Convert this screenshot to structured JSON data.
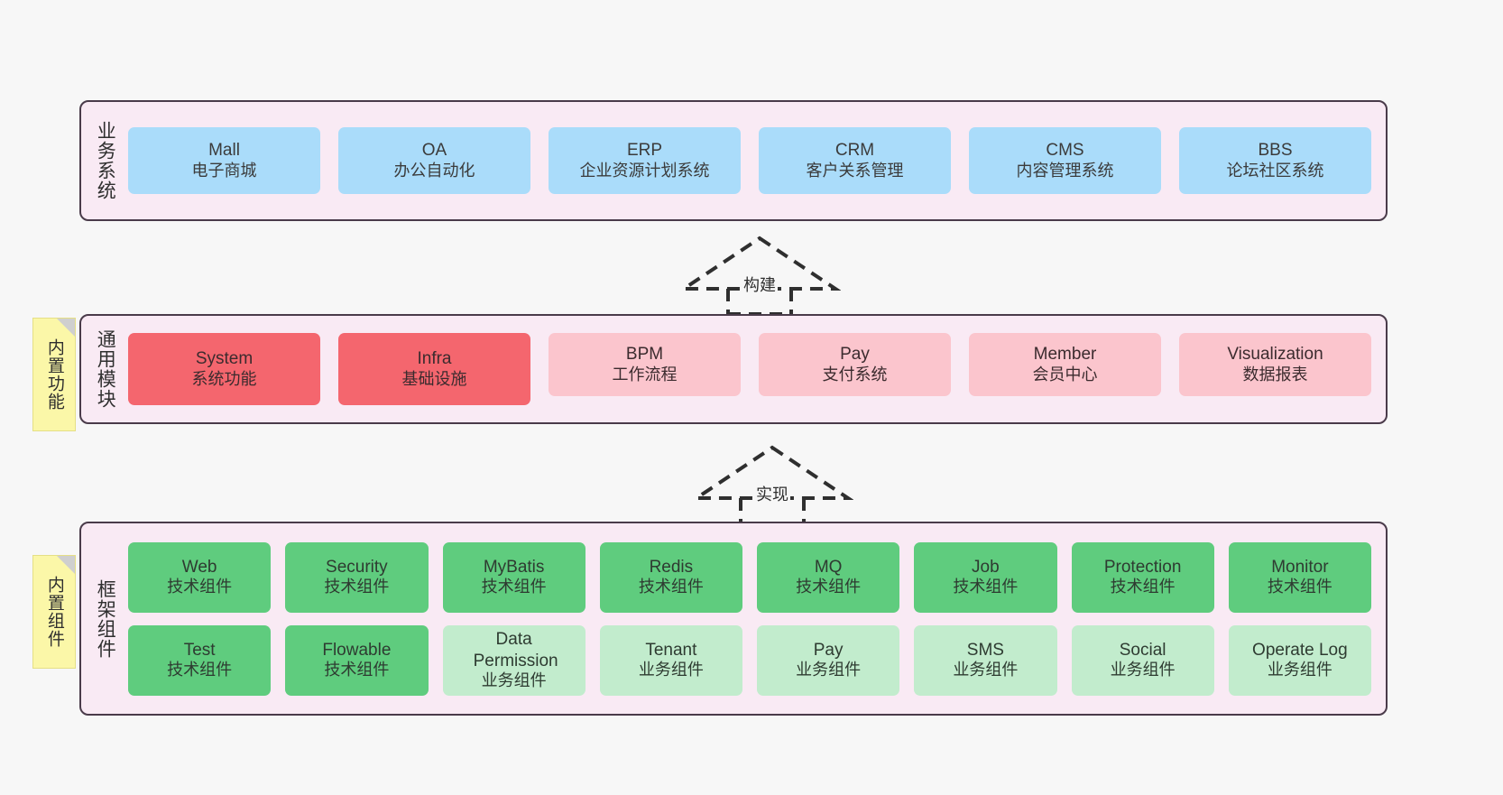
{
  "diagram": {
    "background_color": "#f7f7f7",
    "layer_fill": "#f9eaf4",
    "layer_border": "#4a3b4a"
  },
  "sticky_notes": [
    {
      "name": "builtin-features",
      "text": "内置功能",
      "color": "#fbf7a8"
    },
    {
      "name": "builtin-components",
      "text": "内置组件",
      "color": "#fbf7a8"
    }
  ],
  "layers": [
    {
      "id": "business-systems",
      "label": "业务系统",
      "node_color": "#aadcfa",
      "nodes": [
        {
          "title": "Mall",
          "subtitle": "电子商城",
          "color": "#aadcfa"
        },
        {
          "title": "OA",
          "subtitle": "办公自动化",
          "color": "#aadcfa"
        },
        {
          "title": "ERP",
          "subtitle": "企业资源计划系统",
          "color": "#aadcfa"
        },
        {
          "title": "CRM",
          "subtitle": "客户关系管理",
          "color": "#aadcfa"
        },
        {
          "title": "CMS",
          "subtitle": "内容管理系统",
          "color": "#aadcfa"
        },
        {
          "title": "BBS",
          "subtitle": "论坛社区系统",
          "color": "#aadcfa"
        }
      ]
    },
    {
      "id": "common-modules",
      "label": "通用模块",
      "nodes": [
        {
          "title": "System",
          "subtitle": "系统功能",
          "color": "#f4666e"
        },
        {
          "title": "Infra",
          "subtitle": "基础设施",
          "color": "#f4666e"
        },
        {
          "title": "BPM",
          "subtitle": "工作流程",
          "color": "#fbc5cd"
        },
        {
          "title": "Pay",
          "subtitle": "支付系统",
          "color": "#fbc5cd"
        },
        {
          "title": "Member",
          "subtitle": "会员中心",
          "color": "#fbc5cd"
        },
        {
          "title": "Visualization",
          "subtitle": "数据报表",
          "color": "#fbc5cd"
        }
      ]
    },
    {
      "id": "framework-components",
      "label": "框架组件",
      "rows": [
        [
          {
            "title": "Web",
            "subtitle": "技术组件",
            "color": "#5fcc7e"
          },
          {
            "title": "Security",
            "subtitle": "技术组件",
            "color": "#5fcc7e"
          },
          {
            "title": "MyBatis",
            "subtitle": "技术组件",
            "color": "#5fcc7e"
          },
          {
            "title": "Redis",
            "subtitle": "技术组件",
            "color": "#5fcc7e"
          },
          {
            "title": "MQ",
            "subtitle": "技术组件",
            "color": "#5fcc7e"
          },
          {
            "title": "Job",
            "subtitle": "技术组件",
            "color": "#5fcc7e"
          },
          {
            "title": "Protection",
            "subtitle": "技术组件",
            "color": "#5fcc7e"
          },
          {
            "title": "Monitor",
            "subtitle": "技术组件",
            "color": "#5fcc7e"
          }
        ],
        [
          {
            "title": "Test",
            "subtitle": "技术组件",
            "color": "#5fcc7e"
          },
          {
            "title": "Flowable",
            "subtitle": "技术组件",
            "color": "#5fcc7e"
          },
          {
            "title": "Data Permission",
            "subtitle": "业务组件",
            "color": "#c2eccd"
          },
          {
            "title": "Tenant",
            "subtitle": "业务组件",
            "color": "#c2eccd"
          },
          {
            "title": "Pay",
            "subtitle": "业务组件",
            "color": "#c2eccd"
          },
          {
            "title": "SMS",
            "subtitle": "业务组件",
            "color": "#c2eccd"
          },
          {
            "title": "Social",
            "subtitle": "业务组件",
            "color": "#c2eccd"
          },
          {
            "title": "Operate Log",
            "subtitle": "业务组件",
            "color": "#c2eccd"
          }
        ]
      ]
    }
  ],
  "connectors": [
    {
      "id": "build",
      "label": "构建",
      "style": "dashed-generalization",
      "direction": "up"
    },
    {
      "id": "implement",
      "label": "实现",
      "style": "dashed-generalization",
      "direction": "up"
    }
  ]
}
